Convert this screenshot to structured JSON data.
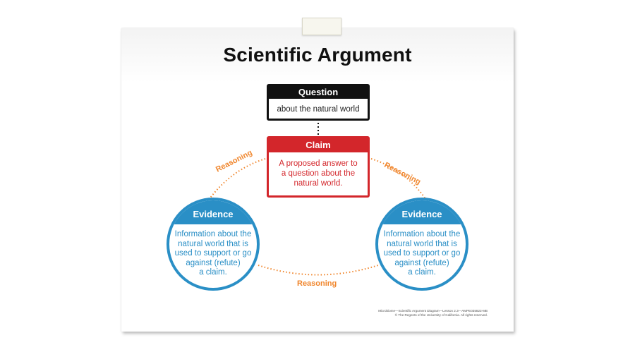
{
  "title": "Scientific Argument",
  "question": {
    "header": "Question",
    "text": "about the natural world"
  },
  "claim": {
    "header": "Claim",
    "text": "A proposed answer to\na question about the\nnatural world."
  },
  "evidence_left": {
    "header": "Evidence",
    "text": "Information about the\nnatural world that is\nused to support or go\nagainst (refute)\na claim."
  },
  "evidence_right": {
    "header": "Evidence",
    "text": "Information about the\nnatural world that is\nused to support or go\nagainst (refute)\na claim."
  },
  "reasoning_labels": {
    "left": "Reasoning",
    "right": "Reasoning",
    "bottom": "Reasoning"
  },
  "footer": {
    "line1": "Microbiome—Scientific Argument Diagram—Lesson 2.3—AMPE035823-MB",
    "line2": "© The Regents of the University of California. All rights reserved."
  },
  "colors": {
    "question": "#111111",
    "claim": "#d3262b",
    "evidence": "#2a8fc6",
    "reasoning": "#f0862d"
  }
}
